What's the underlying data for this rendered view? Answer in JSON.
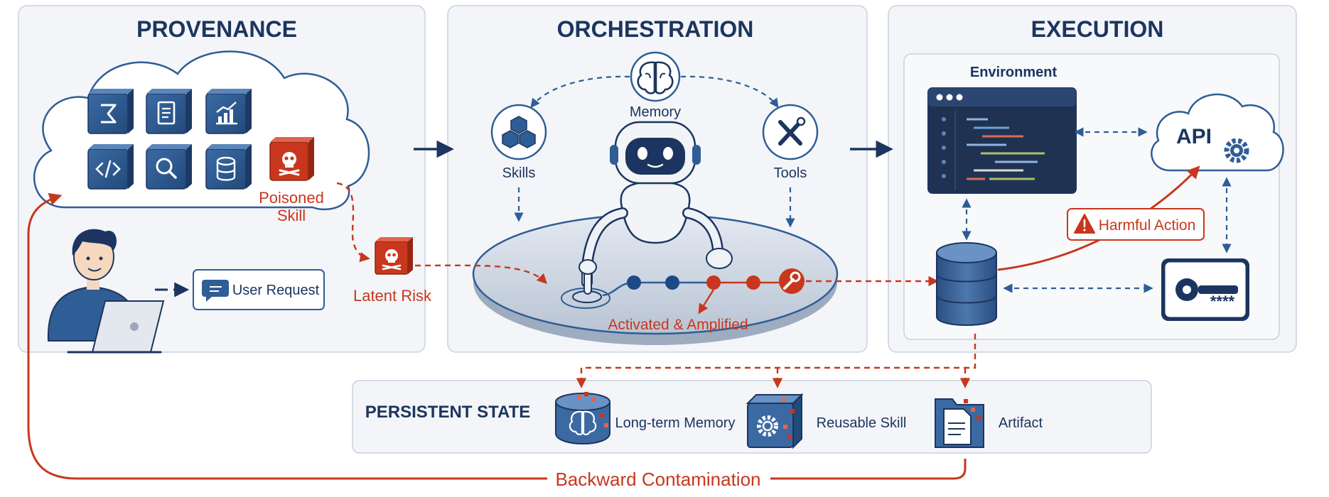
{
  "panels": {
    "provenance": "PROVENANCE",
    "orchestration": "ORCHESTRATION",
    "execution": "EXECUTION",
    "persistent_state": "PERSISTENT STATE"
  },
  "provenance": {
    "poisoned_skill": [
      "Poisoned",
      "Skill"
    ],
    "user_request": "User Request",
    "latent_risk": "Latent Risk"
  },
  "orchestration": {
    "memory": "Memory",
    "skills": "Skills",
    "tools": "Tools",
    "activated": "Activated & Amplified"
  },
  "execution": {
    "environment": "Environment",
    "api": "API",
    "harmful_action": "Harmful Action",
    "password_mask": "****"
  },
  "persistent": {
    "long_term_memory": "Long-term Memory",
    "reusable_skill": "Reusable Skill",
    "artifact": "Artifact"
  },
  "backward": "Backward Contamination",
  "colors": {
    "navy": "#1c3560",
    "blue": "#2f5d95",
    "red": "#c8371d",
    "panel": "#f3f5f8",
    "border": "#c9d2de"
  },
  "icons": {
    "cloud_tiles": [
      "sigma-icon",
      "document-icon",
      "chart-icon",
      "code-icon",
      "search-icon",
      "database-icon"
    ],
    "poison": "skull-icon",
    "chat": "chat-icon",
    "brain": "brain-icon",
    "cubes": "cubes-icon",
    "tools": "tools-icon",
    "wrench": "wrench-icon",
    "gear": "gear-icon",
    "key": "key-icon",
    "warning": "warning-icon"
  }
}
